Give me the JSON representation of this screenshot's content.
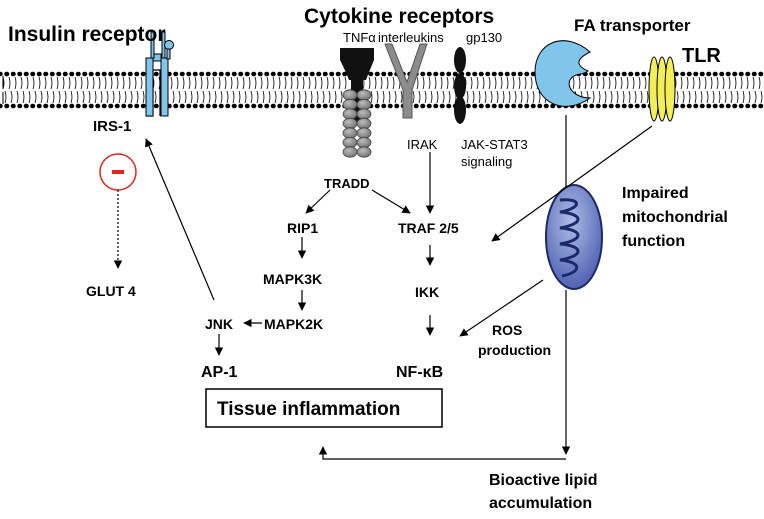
{
  "headers": {
    "insulin_receptor": "Insulin receptor",
    "cytokine_receptors": "Cytokine receptors",
    "fa_transporter": "FA transporter",
    "tlr": "TLR"
  },
  "receptor_labels": {
    "tnf": "TNFα",
    "interleukins": "interleukins",
    "gp130": "gp130",
    "irak": "IRAK",
    "jak_stat3_line1": "JAK-STAT3",
    "jak_stat3_line2": "signaling"
  },
  "nodes": {
    "irs1": "IRS-1",
    "glut4": "GLUT 4",
    "tradd": "TRADD",
    "rip1": "RIP1",
    "traf": "TRAF 2/5",
    "mapk3k": "MAPK3K",
    "mapk2k": "MAPK2K",
    "jnk": "JNK",
    "ikk": "IKK",
    "ap1": "AP-1",
    "nfkb": "NF-κB",
    "tissue_inflammation": "Tissue inflammation"
  },
  "side_labels": {
    "impaired_line1": "Impaired",
    "impaired_line2": "mitochondrial",
    "impaired_line3": "function",
    "ros_line1": "ROS",
    "ros_line2": "production",
    "bioactive_line1": "Bioactive lipid",
    "bioactive_line2": "accumulation"
  },
  "colors": {
    "receptor_blue": "#7fc6ea",
    "tlr_yellow": "#f2ee5a",
    "inhibit_red": "#e8231b",
    "mito_dark": "#2d3a8f",
    "mito_light": "#8fa5dc",
    "cytokine_gray": "#8c8c8c"
  }
}
